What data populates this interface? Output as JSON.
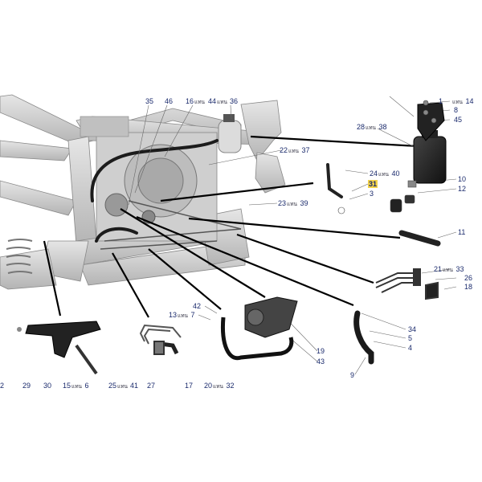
{
  "labels": {
    "l35": "35",
    "l46": "46",
    "l16": "16",
    "l44": "44",
    "l36": "36",
    "l22": "22",
    "l37": "37",
    "l23": "23",
    "l39": "39",
    "l28": "28",
    "l38": "38",
    "l1": "1",
    "l14": "14",
    "l8": "8",
    "l45": "45",
    "l24": "24",
    "l40": "40",
    "l31": "31",
    "l3": "3",
    "l10": "10",
    "l12": "12",
    "l11": "11",
    "l21": "21",
    "l33": "33",
    "l26": "26",
    "l18": "18",
    "l34": "34",
    "l5": "5",
    "l4": "4",
    "l9": "9",
    "l19": "19",
    "l43": "43",
    "l42": "42",
    "l13": "13",
    "l7": "7",
    "l2": "2",
    "l29": "29",
    "l30": "30",
    "l15": "15",
    "l6": "6",
    "l25": "25",
    "l41": "41",
    "l27": "27",
    "l17": "17",
    "l20": "20",
    "l32": "32"
  },
  "unit_text": "แทน",
  "highlight_color": "#f3d34a",
  "label_color": "#1a2a6c"
}
